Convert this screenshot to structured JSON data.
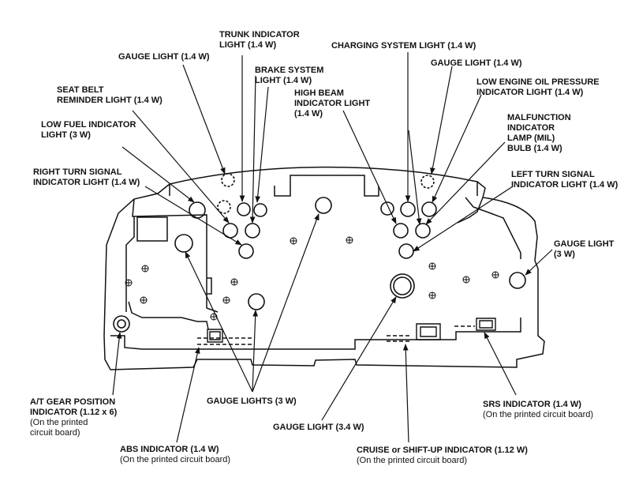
{
  "labels": {
    "trunk_indicator": [
      "TRUNK INDICATOR",
      "LIGHT (1.4 W)"
    ],
    "gauge_light_top_left": [
      "GAUGE LIGHT (1.4 W)"
    ],
    "brake_system": [
      "BRAKE SYSTEM",
      "LIGHT (1.4 W)"
    ],
    "seat_belt": [
      "SEAT BELT",
      "REMINDER LIGHT (1.4 W)"
    ],
    "high_beam": [
      "HIGH BEAM",
      "INDICATOR LIGHT",
      "(1.4 W)"
    ],
    "low_fuel": [
      "LOW FUEL INDICATOR",
      "LIGHT (3 W)"
    ],
    "right_turn": [
      "RIGHT TURN SIGNAL",
      "INDICATOR LIGHT (1.4 W)"
    ],
    "charging_system": [
      "CHARGING SYSTEM LIGHT (1.4 W)"
    ],
    "gauge_light_top_right": [
      "GAUGE LIGHT (1.4 W)"
    ],
    "low_oil": [
      "LOW ENGINE OIL PRESSURE",
      "INDICATOR LIGHT (1.4 W)"
    ],
    "mil": [
      "MALFUNCTION",
      "INDICATOR",
      "LAMP (MIL)",
      "BULB (1.4 W)"
    ],
    "left_turn": [
      "LEFT TURN SIGNAL",
      "INDICATOR LIGHT (1.4 W)"
    ],
    "gauge_light_right": [
      "GAUGE LIGHT",
      "(3 W)"
    ],
    "at_gear": [
      "A/T GEAR POSITION",
      "INDICATOR (1.12 x 6)"
    ],
    "at_gear_note": [
      "(On the printed",
      "circuit board)"
    ],
    "gauge_lights_3w": [
      "GAUGE LIGHTS (3 W)"
    ],
    "abs": [
      "ABS INDICATOR (1.4 W)"
    ],
    "abs_note": [
      "(On the printed circuit board)"
    ],
    "gauge_light_34": [
      "GAUGE LIGHT (3.4 W)"
    ],
    "cruise": [
      "CRUISE or SHIFT-UP INDICATOR (1.12 W)"
    ],
    "cruise_note": [
      "(On the printed circuit board)"
    ],
    "srs": [
      "SRS INDICATOR (1.4 W)"
    ],
    "srs_note": [
      "(On the printed circuit board)"
    ]
  },
  "colors": {
    "ink": "#111111",
    "paper": "#ffffff"
  }
}
